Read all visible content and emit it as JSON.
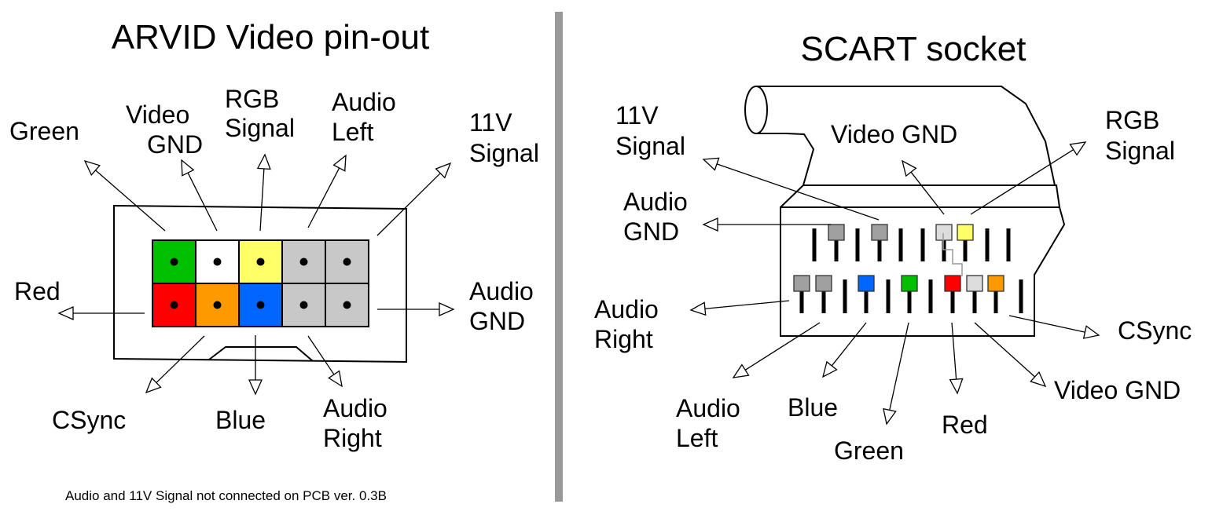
{
  "colors": {
    "green": "#00c000",
    "white": "#ffffff",
    "yellow": "#ffff66",
    "gray": "#c8c8c8",
    "red": "#ff0000",
    "orange": "#ff9900",
    "blue": "#0066ff",
    "dark_gray": "#a0a0a0",
    "light_gray": "#dddddd",
    "divider": "#999999"
  },
  "left": {
    "title": "ARVID Video pin-out",
    "labels": {
      "green": [
        "Green"
      ],
      "video_gnd": [
        "Video",
        "GND"
      ],
      "rgb_signal": [
        "RGB",
        "Signal"
      ],
      "audio_left": [
        "Audio",
        "Left"
      ],
      "v11_signal": [
        "11V",
        "Signal"
      ],
      "red": [
        "Red"
      ],
      "audio_gnd": [
        "Audio",
        "GND"
      ],
      "csync": [
        "CSync"
      ],
      "blue": [
        "Blue"
      ],
      "audio_right": [
        "Audio",
        "Right"
      ]
    },
    "connector_cells": {
      "top": [
        "green",
        "white",
        "yellow",
        "gray",
        "gray"
      ],
      "bottom": [
        "red",
        "orange",
        "blue",
        "gray",
        "gray"
      ]
    },
    "note": "Audio and 11V Signal not connected on PCB ver. 0.3B"
  },
  "right": {
    "title": "SCART socket",
    "labels": {
      "v11_signal": [
        "11V",
        "Signal"
      ],
      "video_gnd_top": [
        "Video GND"
      ],
      "rgb_signal": [
        "RGB",
        "Signal"
      ],
      "audio_gnd": [
        "Audio",
        "GND"
      ],
      "audio_right": [
        "Audio",
        "Right"
      ],
      "csync": [
        "CSync"
      ],
      "audio_left": [
        "Audio",
        "Left"
      ],
      "blue": [
        "Blue"
      ],
      "green": [
        "Green"
      ],
      "red": [
        "Red"
      ],
      "video_gnd_bottom": [
        "Video GND"
      ]
    },
    "pin_markers": {
      "top": [
        "dark_gray",
        "dark_gray",
        "light_gray",
        "yellow"
      ],
      "bottom": [
        "dark_gray",
        "dark_gray",
        "blue",
        "green",
        "red",
        "light_gray",
        "orange"
      ]
    }
  }
}
